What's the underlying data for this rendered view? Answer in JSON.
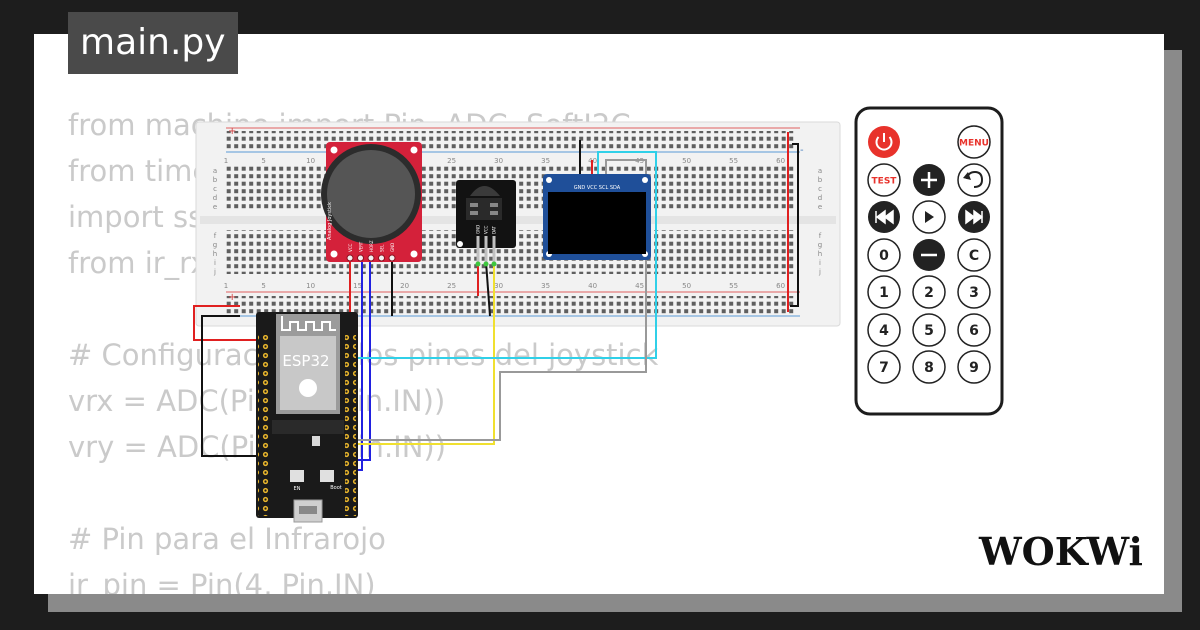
{
  "file_tab": {
    "title": "main.py"
  },
  "code_lines": [
    "from machine import Pin, ADC, SoftI2C",
    "from time import sleep",
    "import ssd1306",
    "from ir_rx.nec import NEC_8",
    "",
    "# Configuración de los pines del joystick",
    "vrx = ADC(Pin(34, Pin.IN))",
    "vry = ADC(Pin(35, Pin.IN))",
    "",
    "# Pin para el Infrarojo",
    "ir_pin = Pin(4, Pin.IN)"
  ],
  "breadboard": {
    "column_numbers": [
      "1",
      "5",
      "10",
      "15",
      "20",
      "25",
      "30",
      "35",
      "40",
      "45",
      "50",
      "55",
      "60"
    ],
    "row_letters_top": [
      "a",
      "b",
      "c",
      "d",
      "e"
    ],
    "row_letters_bottom": [
      "f",
      "g",
      "h",
      "i",
      "j"
    ],
    "rail_plus": "+",
    "rail_minus": "-"
  },
  "joystick": {
    "label": "Analog Joystick",
    "pins": [
      "VCC",
      "VERT",
      "HORZ",
      "SEL",
      "GND"
    ]
  },
  "ir_receiver": {
    "pins": [
      "GND",
      "VCC",
      "DAT"
    ]
  },
  "oled": {
    "pin_labels": "GND VCC SCL SDA"
  },
  "esp32": {
    "label": "ESP32",
    "boot_label": "Boot",
    "en_label": "EN"
  },
  "remote": {
    "buttons": {
      "menu": "MENU",
      "test": "TEST",
      "clear": "C",
      "digits": [
        "0",
        "1",
        "2",
        "3",
        "4",
        "5",
        "6",
        "7",
        "8",
        "9"
      ]
    }
  },
  "brand": {
    "logo": "WOKWi"
  },
  "colors": {
    "background": "#1d1d1d",
    "card": "#ffffff",
    "code_text": "#cacaca",
    "wire_red": "#e02020",
    "wire_black": "#111111",
    "wire_yellow": "#f0e030",
    "wire_blue": "#2020e0",
    "wire_cyan": "#30d0e8",
    "wire_gray": "#999999",
    "joystick_pcb": "#d4213a",
    "esp32_pcb": "#1a1a1a",
    "oled_pcb": "#1f4f99"
  }
}
